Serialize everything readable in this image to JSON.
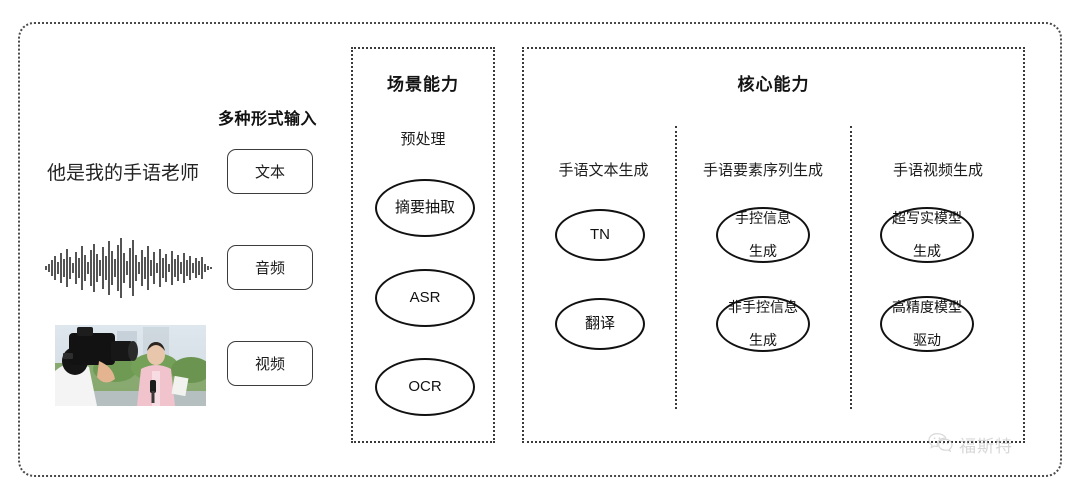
{
  "diagram": {
    "left_panel": {
      "heading": "多种形式输入",
      "sample_text": "他是我的手语老师",
      "waveform_icon": "audio-waveform",
      "photo_icon": "video-thumbnail-cameraman-reporter",
      "modalities": [
        {
          "label": "文本"
        },
        {
          "label": "音频"
        },
        {
          "label": "视频"
        }
      ]
    },
    "scene_panel": {
      "title": "场景能力",
      "group_label": "预处理",
      "nodes": [
        {
          "label": "摘要抽取"
        },
        {
          "label": "ASR"
        },
        {
          "label": "OCR"
        }
      ]
    },
    "core_panel": {
      "title": "核心能力",
      "columns": [
        {
          "header": "手语文本生成",
          "nodes": [
            {
              "line1": "TN",
              "line2": ""
            },
            {
              "line1": "翻译",
              "line2": ""
            }
          ]
        },
        {
          "header": "手语要素序列生成",
          "nodes": [
            {
              "line1": "手控信息",
              "line2": "生成"
            },
            {
              "line1": "非手控信息",
              "line2": "生成"
            }
          ]
        },
        {
          "header": "手语视频生成",
          "nodes": [
            {
              "line1": "超写实模型",
              "line2": "生成"
            },
            {
              "line1": "高精度模型",
              "line2": "驱动"
            }
          ]
        }
      ]
    },
    "watermark": {
      "icon": "wechat-icon",
      "text": "福斯特"
    },
    "colors": {
      "background": "#ffffff",
      "border": "#3a3a3a",
      "text": "#1b1b1b",
      "watermark": "#b0b0b0"
    }
  }
}
